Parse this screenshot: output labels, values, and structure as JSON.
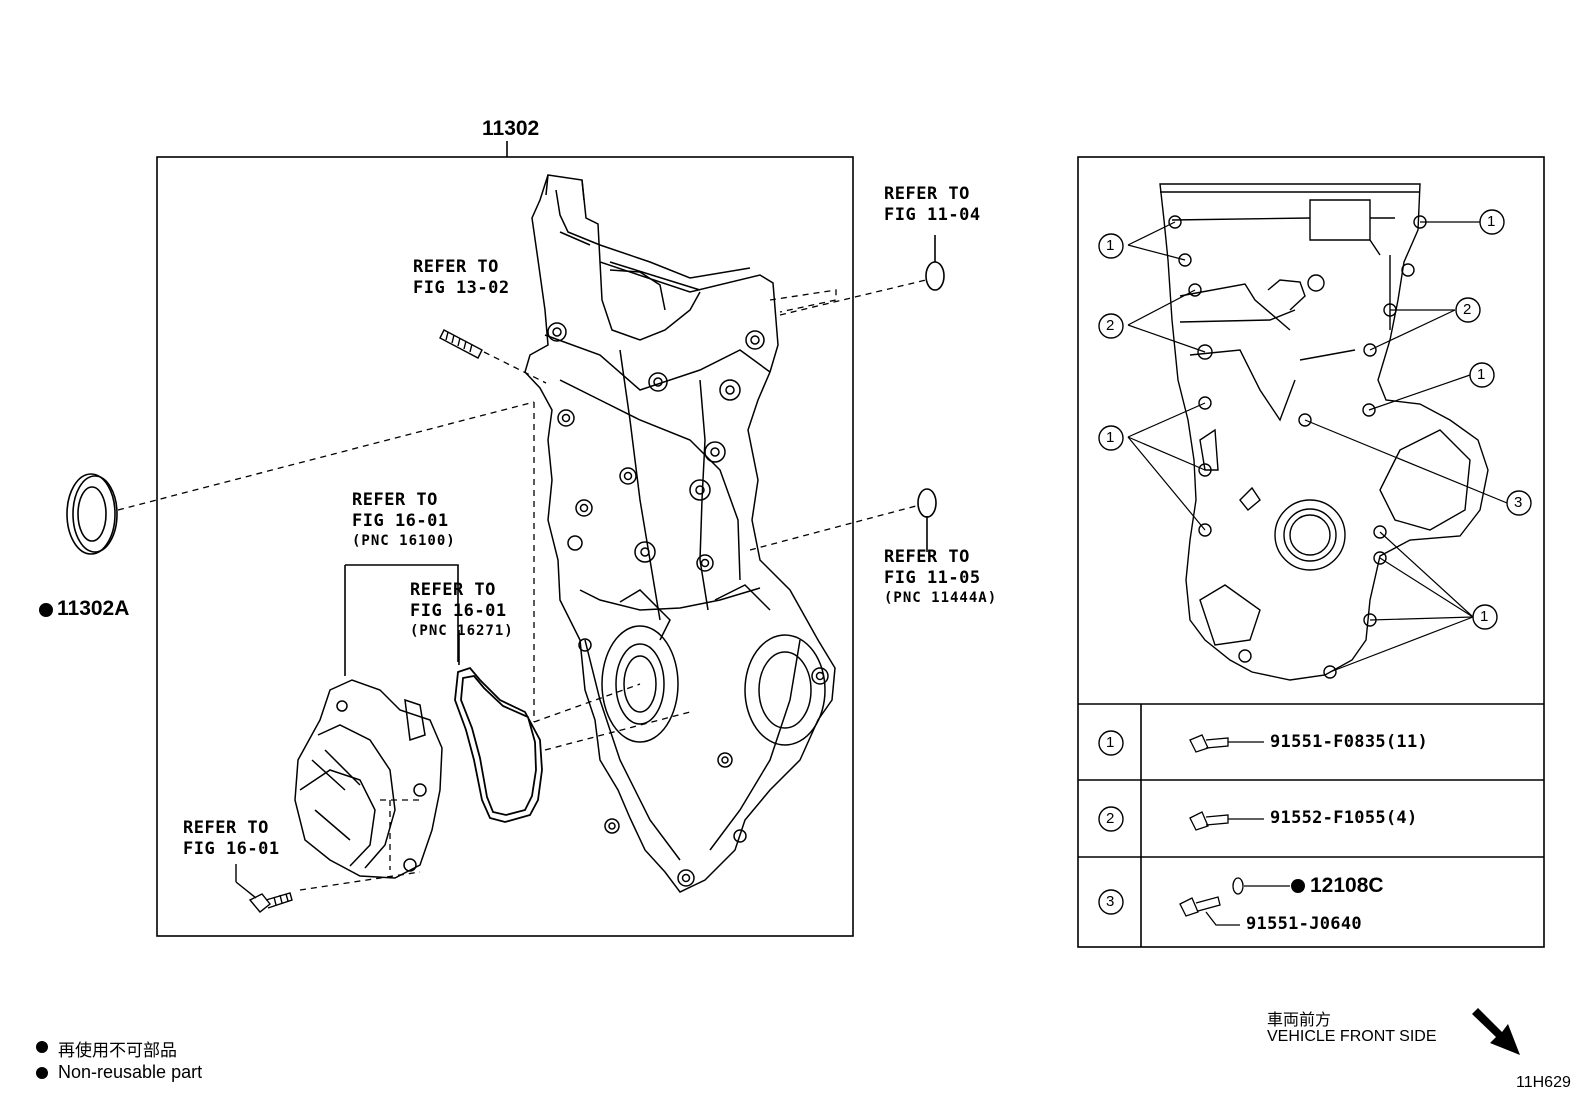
{
  "main_assembly": {
    "part_number": "11302",
    "seal_part": "11302A"
  },
  "references": {
    "fig_11_04": {
      "line1": "REFER TO",
      "line2": "FIG 11-04"
    },
    "fig_13_02": {
      "line1": "REFER TO",
      "line2": "FIG 13-02"
    },
    "fig_16_01_pnc_16100": {
      "line1": "REFER TO",
      "line2": "FIG 16-01",
      "pnc": "(PNC 16100)"
    },
    "fig_16_01_pnc_16271": {
      "line1": "REFER TO",
      "line2": "FIG 16-01",
      "pnc": "(PNC 16271)"
    },
    "fig_11_05_pnc_11444a": {
      "line1": "REFER TO",
      "line2": "FIG 11-05",
      "pnc": "(PNC 11444A)"
    },
    "fig_16_01_bolt": {
      "line1": "REFER TO",
      "line2": "FIG 16-01"
    }
  },
  "bolt_table": [
    {
      "key": "1",
      "part": "91551-F0835(11)"
    },
    {
      "key": "2",
      "part": "91552-F1055(4)"
    },
    {
      "key": "3",
      "part": "91551-J0640",
      "washer": "12108C"
    }
  ],
  "callout_labels": [
    "1",
    "1",
    "2",
    "2",
    "1",
    "1",
    "3",
    "1"
  ],
  "legend": {
    "jp": "再使用不可部品",
    "en": "Non-reusable part"
  },
  "orientation": {
    "jp": "車両前方",
    "en": "VEHICLE FRONT SIDE"
  },
  "figure_code": "11H629"
}
